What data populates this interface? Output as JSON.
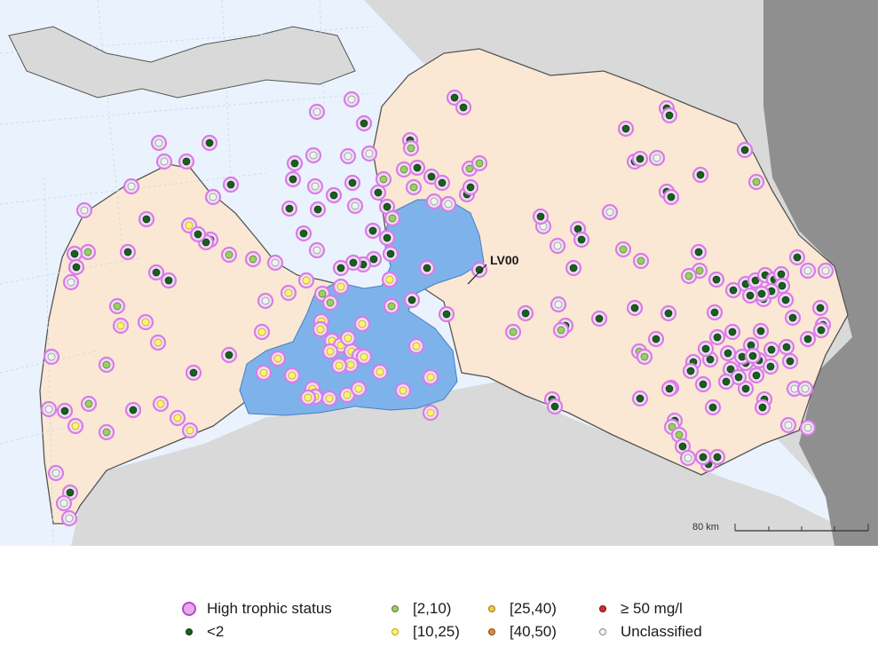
{
  "map": {
    "region_label": "LV00",
    "scale_label": "80 km",
    "colors": {
      "sea": "#eaf3fd",
      "land_outside": "#d9d9d9",
      "land_dark": "#8f8f8f",
      "basin": "#fbe8d4",
      "highlight": "#7eb2ea",
      "border": "#555555",
      "halo": "#d97ce6",
      "grid": "#c8d6e6"
    }
  },
  "legend": {
    "items": [
      {
        "label": "High trophic status",
        "kind": "halo",
        "color": "#e9a7f0",
        "stroke": "#b04dc2"
      },
      {
        "label": "<2",
        "kind": "dot",
        "color": "#1b5e20",
        "stroke": "#0d3a10"
      },
      {
        "label": "[2,10)",
        "kind": "dot",
        "color": "#9ccc65",
        "stroke": "#5b7a2e"
      },
      {
        "label": "[10,25)",
        "kind": "dot",
        "color": "#fff176",
        "stroke": "#bba800"
      },
      {
        "label": "[25,40)",
        "kind": "dot",
        "color": "#f2c94c",
        "stroke": "#9a7a10"
      },
      {
        "label": "[40,50)",
        "kind": "dot",
        "color": "#e08a3c",
        "stroke": "#8a4a10"
      },
      {
        "label": "≥ 50 mg/l",
        "kind": "dot",
        "color": "#d32f2f",
        "stroke": "#7a1010"
      },
      {
        "label": "Unclassified",
        "kind": "dot",
        "color": "#f2f2f2",
        "stroke": "#8a8a8a"
      }
    ]
  }
}
